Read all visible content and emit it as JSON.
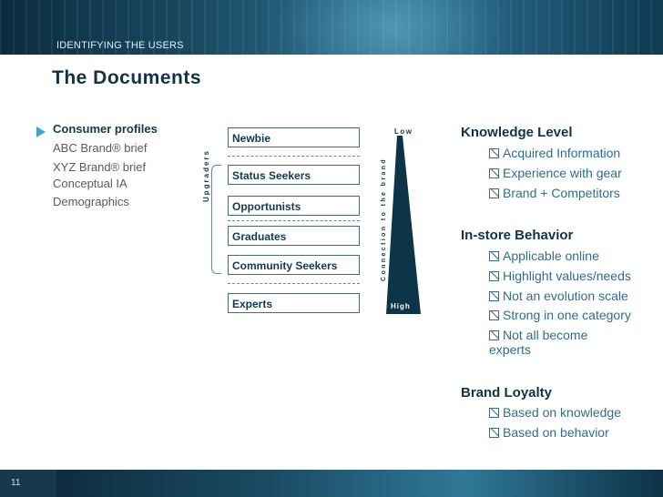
{
  "header": {
    "section_label": "IDENTIFYING THE USERS",
    "title": "The Documents"
  },
  "left_nav": {
    "items": [
      {
        "label": "Consumer profiles",
        "active": true
      },
      {
        "label": "ABC Brand® brief",
        "active": false
      },
      {
        "label": "XYZ Brand® brief",
        "active": false
      },
      {
        "label": "Conceptual IA",
        "active": false
      },
      {
        "label": "Demographics",
        "active": false
      }
    ]
  },
  "diagram": {
    "segments": [
      "Newbie",
      "Status Seekers",
      "Opportunists",
      "Graduates",
      "Community Seekers",
      "Experts"
    ],
    "upgraders_label": "Upgraders",
    "connection_label": "Connection to the brand",
    "low_label": "Low",
    "high_label": "High",
    "colors": {
      "wedge": "#0e3448",
      "accent": "#39a7c9"
    }
  },
  "right_panel": {
    "knowledge": {
      "heading": "Knowledge Level",
      "items": [
        "Acquired Information",
        "Experience with gear",
        "Brand + Competitors"
      ]
    },
    "instore": {
      "heading": "In-store Behavior",
      "items": [
        "Applicable online",
        "Highlight values/needs",
        "Not an evolution scale",
        "Strong in one category",
        "Not all become"
      ],
      "continuation": "experts"
    },
    "loyalty": {
      "heading": "Brand Loyalty",
      "items": [
        "Based on knowledge",
        "Based on behavior"
      ]
    }
  },
  "footer": {
    "page_number": "11"
  }
}
